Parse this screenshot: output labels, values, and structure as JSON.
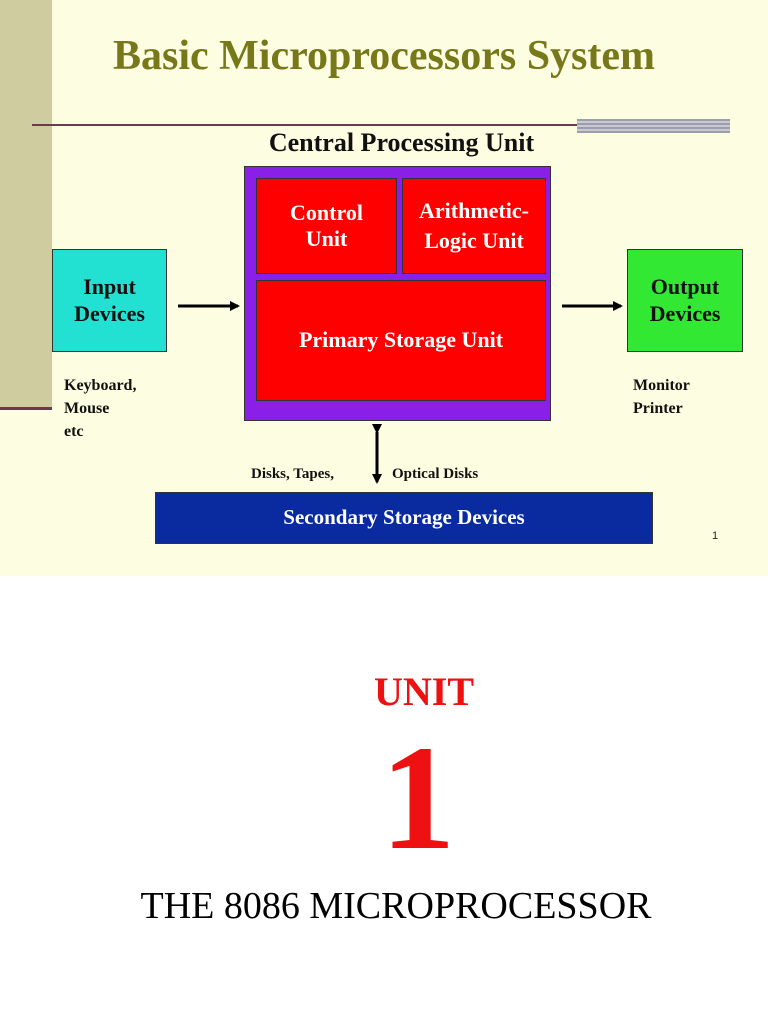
{
  "slide": {
    "title": "Basic Microprocessors System",
    "cpu_label": "Central Processing Unit",
    "control_unit": "Control Unit",
    "alu": "Arithmetic-Logic Unit",
    "primary_storage": "Primary Storage Unit",
    "input_devices": "Input Devices",
    "input_examples": [
      "Keyboard,",
      "Mouse",
      "etc"
    ],
    "output_devices": "Output Devices",
    "output_examples": [
      "Monitor",
      "Printer"
    ],
    "storage_media_left": "Disks, Tapes,",
    "storage_media_right": "Optical Disks",
    "secondary_storage": "Secondary Storage Devices",
    "slide_number": "1"
  },
  "page": {
    "unit_word": "UNIT",
    "unit_number": "1",
    "subtitle": "THE 8086 MICROPROCESSOR"
  },
  "colors": {
    "slide_background": "#fdfde1",
    "title": "#77781a",
    "cpu_outer": "#8a1fe8",
    "cpu_blocks": "#ff0000",
    "input_box": "#22e0d2",
    "output_box": "#33e833",
    "secondary_box": "#0a2aa0",
    "unit_text": "#ee1111"
  }
}
